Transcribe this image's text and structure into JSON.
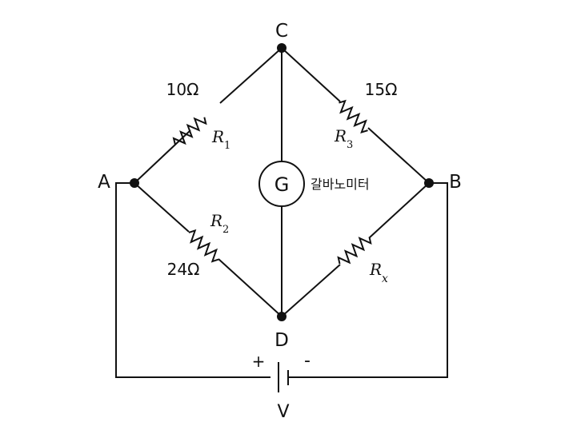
{
  "nodes": {
    "a": "A",
    "b": "B",
    "c": "C",
    "d": "D"
  },
  "resistors": {
    "r1": {
      "symbol": "R",
      "sub": "1",
      "value": "10Ω"
    },
    "r2": {
      "symbol": "R",
      "sub": "2",
      "value": "24Ω"
    },
    "r3": {
      "symbol": "R",
      "sub": "3",
      "value": "15Ω"
    },
    "rx": {
      "symbol": "R",
      "sub": "x"
    }
  },
  "galvanometer": {
    "symbol": "G",
    "label": "갈바노미터"
  },
  "battery": {
    "plus": "+",
    "minus": "-",
    "label": "V"
  }
}
